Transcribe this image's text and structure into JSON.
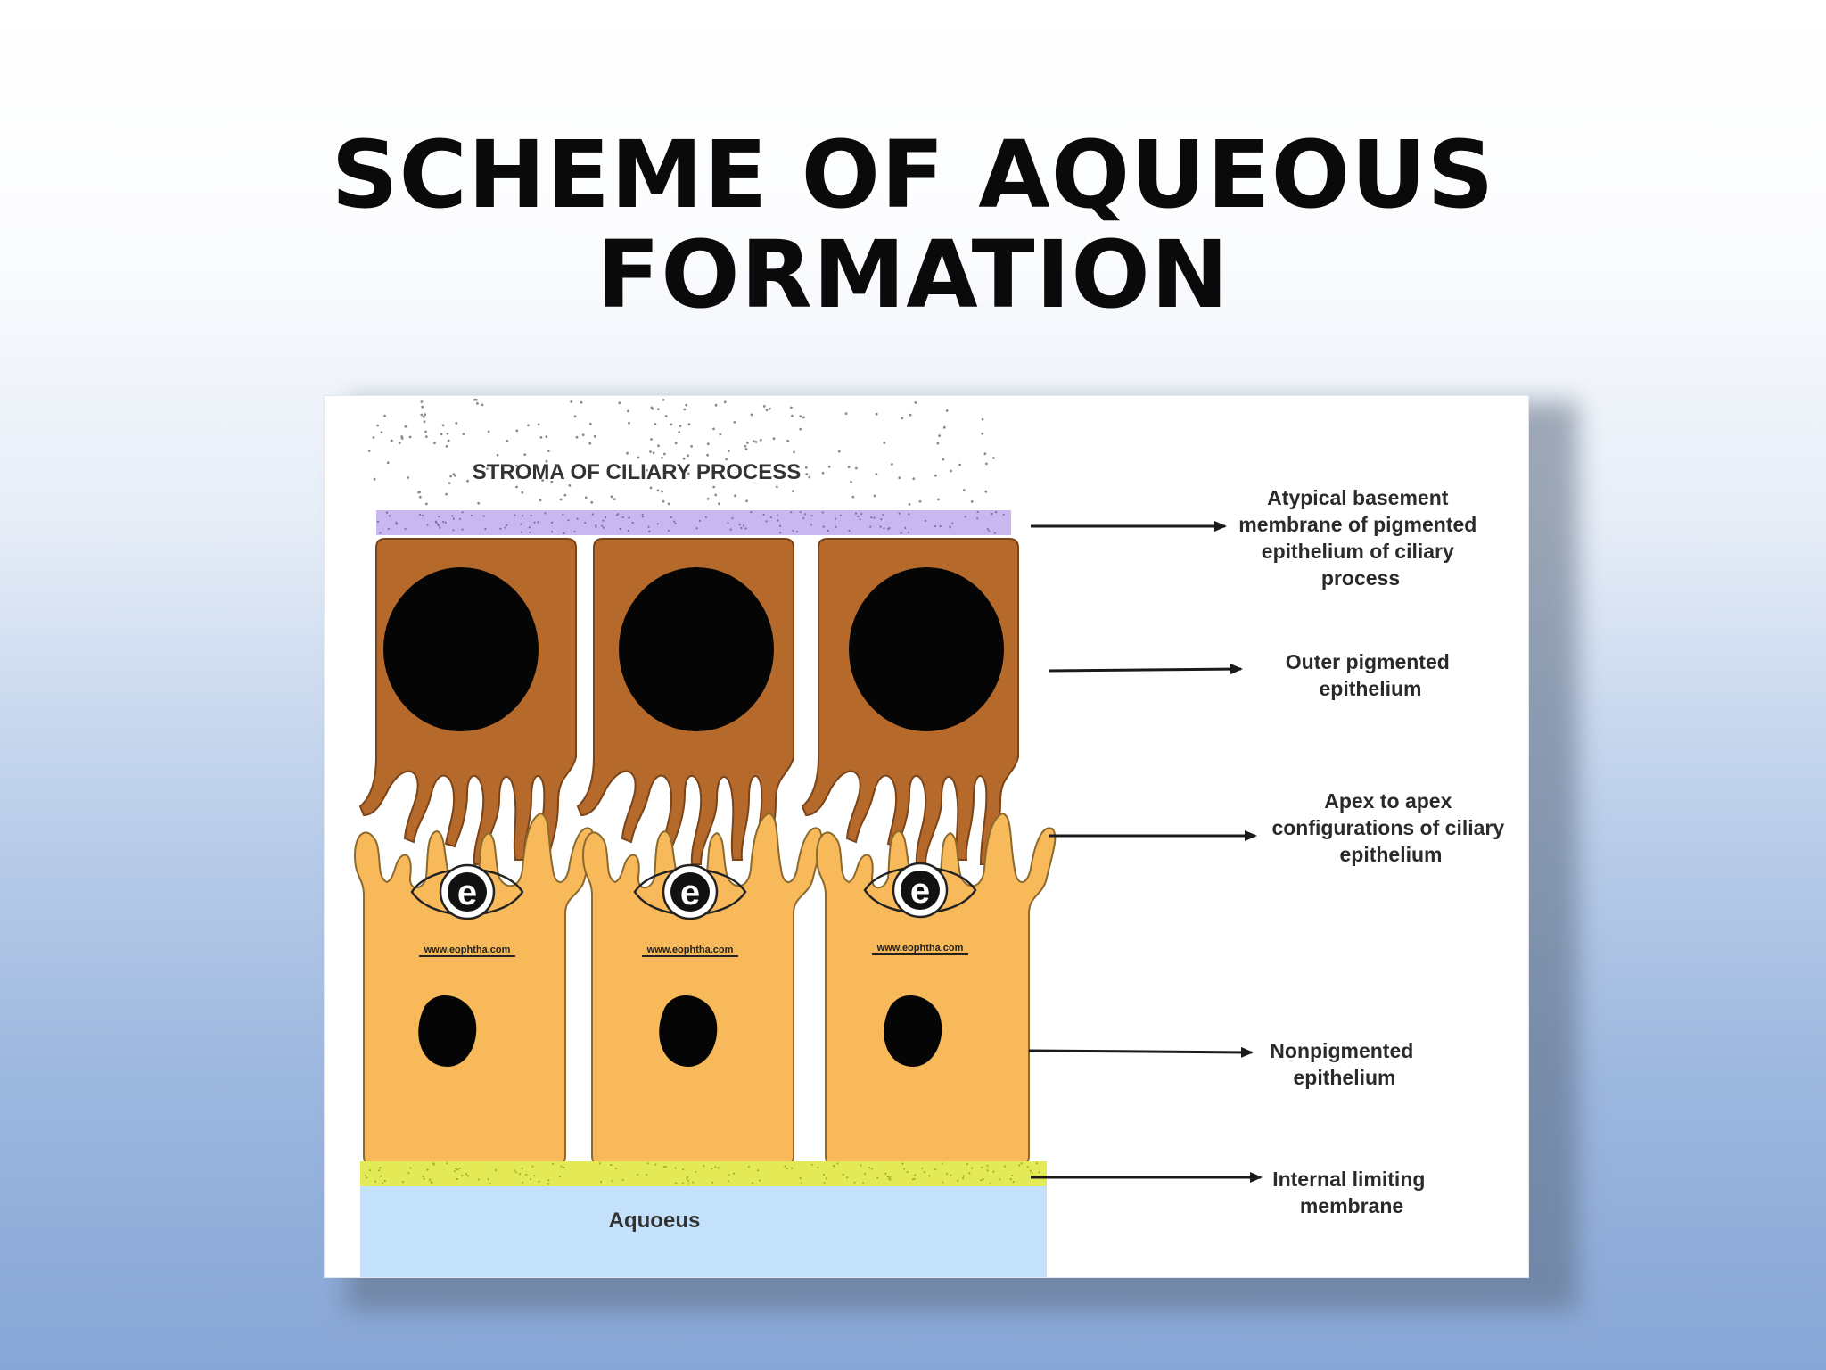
{
  "title": {
    "line1": "SCHEME OF AQUEOUS",
    "line2": "FORMATION"
  },
  "diagram": {
    "stroma_label": "STROMA OF CILIARY PROCESS",
    "aqueous_label": "Aquoeus",
    "watermark_letter": "e",
    "watermark_url": "www.eophtha.com",
    "colors": {
      "pigmented_cell": "#b5692a",
      "nonpigmented_cell": "#f8b95a",
      "nucleus": "#050505",
      "basement_membrane": "#c8b8ef",
      "limiting_membrane": "#e4ea55",
      "aqueous": "#c3e1fa"
    },
    "labels": [
      {
        "id": "atypical-basement-membrane",
        "lines": [
          "Atypical basement",
          "membrane of pigmented",
          "epithelium of ciliary",
          "process"
        ]
      },
      {
        "id": "outer-pigmented-epithelium",
        "lines": [
          "Outer pigmented",
          "epithelium"
        ]
      },
      {
        "id": "apex-to-apex",
        "lines": [
          "Apex to apex",
          "configurations of ciliary",
          "epithelium"
        ]
      },
      {
        "id": "nonpigmented-epithelium",
        "lines": [
          "Nonpigmented",
          "epithelium"
        ]
      },
      {
        "id": "internal-limiting-membrane",
        "lines": [
          "Internal limiting",
          "membrane"
        ]
      }
    ]
  }
}
